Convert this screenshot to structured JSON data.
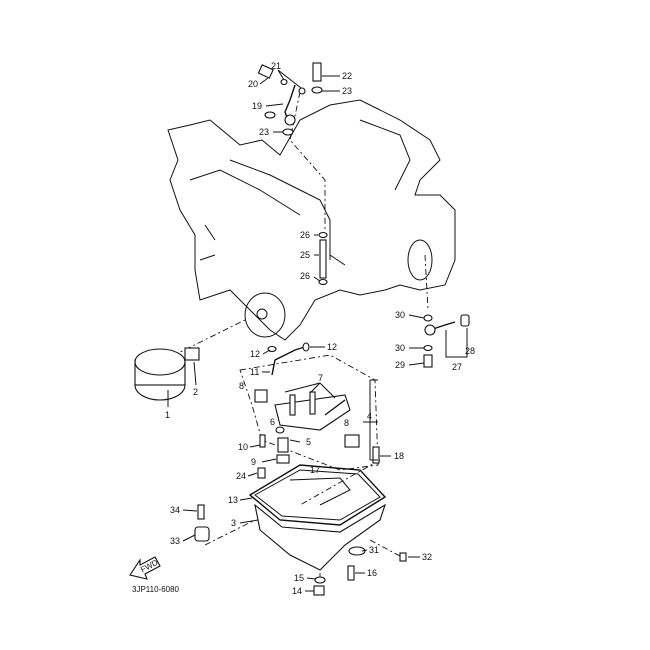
{
  "diagram": {
    "code": "3JP110-6080",
    "fwd_label": "FWD",
    "callouts": [
      "20",
      "21",
      "22",
      "23",
      "19",
      "23",
      "26",
      "25",
      "26",
      "30",
      "30",
      "29",
      "28",
      "27",
      "12",
      "12",
      "11",
      "2",
      "1",
      "8",
      "7",
      "4",
      "6",
      "5",
      "8",
      "10",
      "9",
      "18",
      "24",
      "17",
      "13",
      "34",
      "3",
      "33",
      "31",
      "32",
      "16",
      "15",
      "14"
    ]
  }
}
